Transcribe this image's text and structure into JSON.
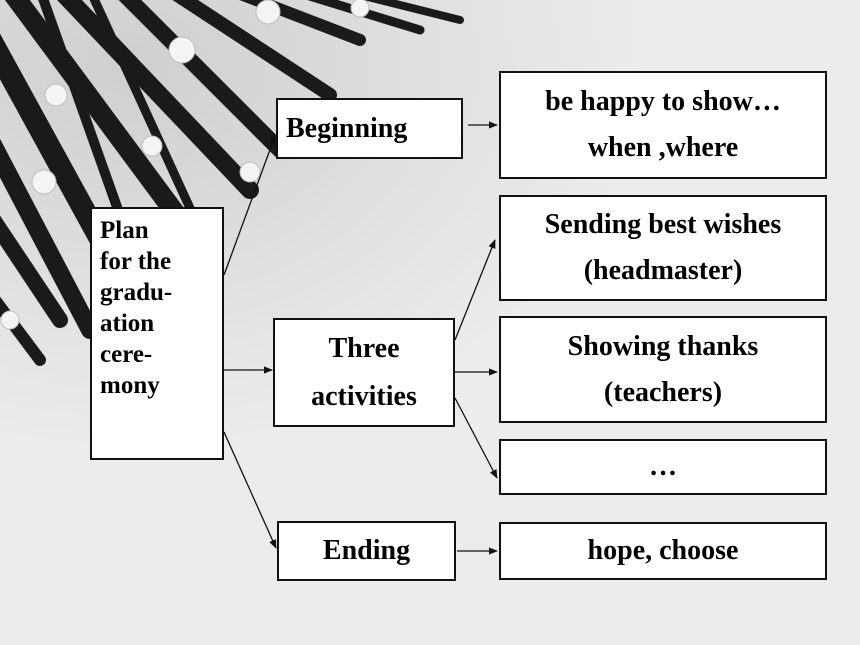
{
  "plan": {
    "lines": [
      "Plan",
      "for the",
      "gradu-",
      "ation",
      "cere-",
      "mony"
    ]
  },
  "stages": {
    "beginning": "Beginning",
    "three_activities": [
      "Three",
      "activities"
    ],
    "ending": "Ending"
  },
  "details": {
    "beginning": [
      "be happy to show…",
      "when ,where"
    ],
    "wishes": [
      "Sending best wishes",
      "(headmaster)"
    ],
    "thanks": [
      "Showing thanks",
      "(teachers)"
    ],
    "more": "…",
    "ending": "hope, choose"
  },
  "colors": {
    "background": "#ececec",
    "box_border": "#111111",
    "decor_rods": "#1a1a1a"
  }
}
